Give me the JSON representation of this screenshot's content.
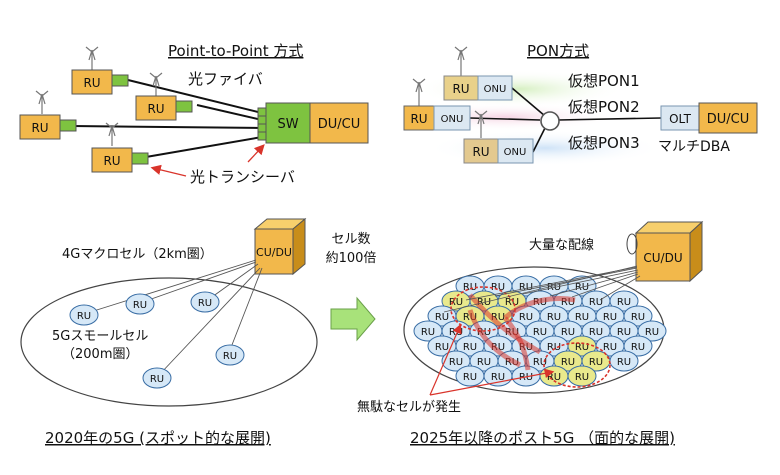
{
  "titles": {
    "p2p": "Point-to-Point 方式",
    "pon": "PON方式",
    "y2020": "2020年の5G (スポット的な展開)",
    "y2025": "2025年以降のポスト5G （面的な展開)"
  },
  "p2p": {
    "fiber": "光ファイバ",
    "transceiver": "光トランシーバ",
    "sw": "SW",
    "ducu": "DU/CU",
    "ru": "RU"
  },
  "pon": {
    "ru": "RU",
    "onu": "ONU",
    "olt": "OLT",
    "ducu": "DU/CU",
    "vpon1": "仮想PON1",
    "vpon2": "仮想PON2",
    "vpon3": "仮想PON3",
    "dba": "マルチDBA"
  },
  "bottom_left": {
    "macro": "4Gマクロセル（2km圏）",
    "small1": "5Gスモールセル",
    "small2": "（200m圏）",
    "cucu": "CU/DU",
    "ru": "RU"
  },
  "arrow": {
    "line1": "セル数",
    "line2": "約100倍"
  },
  "bottom_right": {
    "wiring": "大量な配線",
    "cudu": "CU/DU",
    "waste": "無駄なセルが発生",
    "ru": "RU"
  },
  "colors": {
    "ru_fill": "#f2b84b",
    "sw_fill": "#7ec340",
    "onu_fill": "#dce8f2",
    "cell_fill": "#d6e8f7",
    "cell_stroke": "#3a6ea5",
    "highlight": "#d9342b",
    "yellow_cell": "#e9e98c",
    "arrow_green": "#a8e27a"
  }
}
